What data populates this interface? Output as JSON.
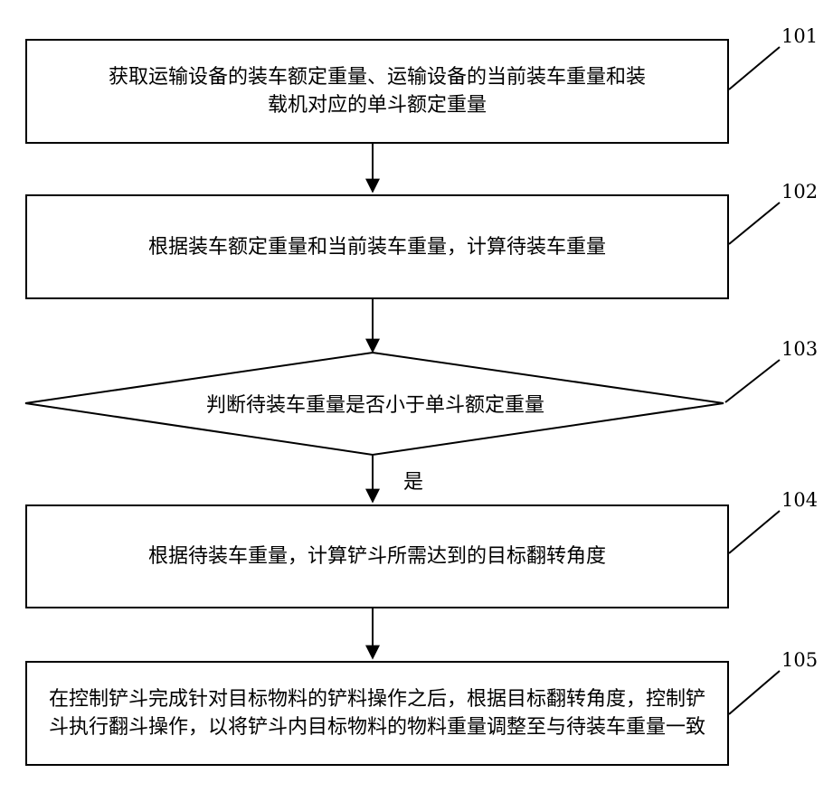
{
  "steps": [
    {
      "number": "101",
      "text": "获取运输设备的装车额定重量、运输设备的当前装车重量和装载机对应的单斗额定重量"
    },
    {
      "number": "102",
      "text": "根据装车额定重量和当前装车重量，计算待装车重量"
    },
    {
      "number": "103",
      "text": "判断待装车重量是否小于单斗额定重量"
    },
    {
      "number": "104",
      "text": "根据待装车重量，计算铲斗所需达到的目标翻转角度"
    },
    {
      "number": "105",
      "text": "在控制铲斗完成针对目标物料的铲料操作之后，根据目标翻转角度，控制铲斗执行翻斗操作，以将铲斗内目标物料的物料重量调整至与待装车重量一致"
    }
  ],
  "decision_yes_label": "是"
}
